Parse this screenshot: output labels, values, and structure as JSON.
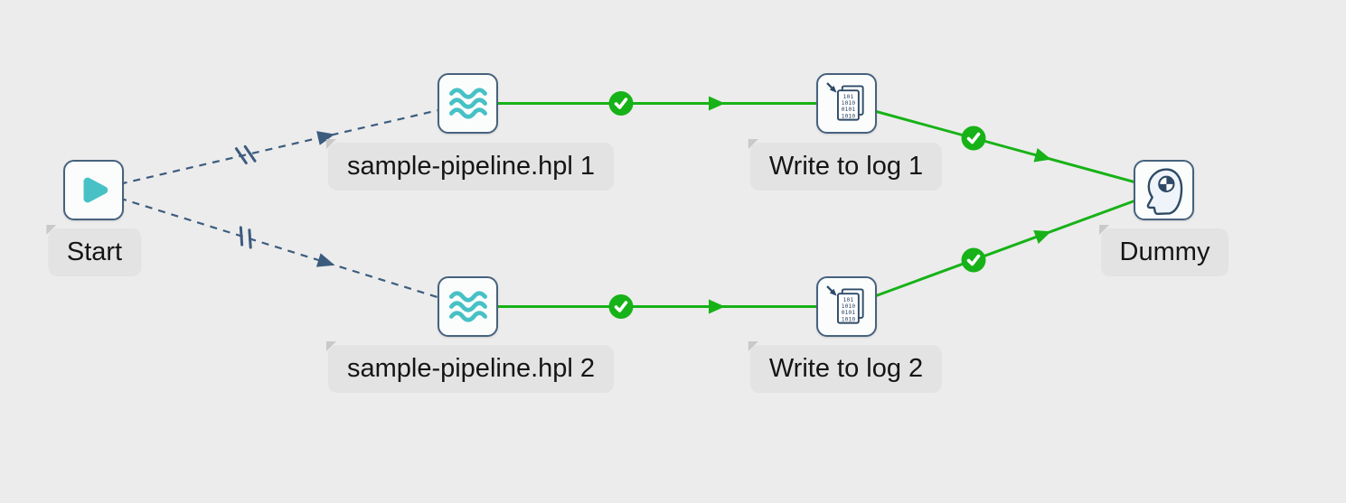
{
  "nodes": {
    "start": {
      "label": "Start",
      "type": "start"
    },
    "pipeline1": {
      "label": "sample-pipeline.hpl 1",
      "type": "pipeline"
    },
    "write_log1": {
      "label": "Write to log 1",
      "type": "write-to-log"
    },
    "pipeline2": {
      "label": "sample-pipeline.hpl 2",
      "type": "pipeline"
    },
    "write_log2": {
      "label": "Write to log 2",
      "type": "write-to-log"
    },
    "dummy": {
      "label": "Dummy",
      "type": "dummy"
    }
  },
  "hops": [
    {
      "from": "Start",
      "to": "sample-pipeline.hpl 1",
      "style": "dashed",
      "marker": "parallel-execution"
    },
    {
      "from": "Start",
      "to": "sample-pipeline.hpl 2",
      "style": "dashed",
      "marker": "parallel-execution"
    },
    {
      "from": "sample-pipeline.hpl 1",
      "to": "Write to log 1",
      "style": "solid",
      "marker": "success-check"
    },
    {
      "from": "Write to log 1",
      "to": "Dummy",
      "style": "solid",
      "marker": "success-check"
    },
    {
      "from": "sample-pipeline.hpl 2",
      "to": "Write to log 2",
      "style": "solid",
      "marker": "success-check"
    },
    {
      "from": "Write to log 2",
      "to": "Dummy",
      "style": "solid",
      "marker": "success-check"
    }
  ],
  "icons": {
    "write_to_log_binary": [
      "101",
      "1010",
      "0101",
      "1010"
    ]
  },
  "colors": {
    "canvas_bg": "#ececec",
    "node_border": "#46627e",
    "node_bg": "#fbfdfd",
    "icon_ink": "#2e4a66",
    "label_bg": "#e3e3e3",
    "label_text": "#151515",
    "success_green": "#17b217",
    "hop_navy": "#3c5c7e",
    "teal": "#47c1c6"
  }
}
